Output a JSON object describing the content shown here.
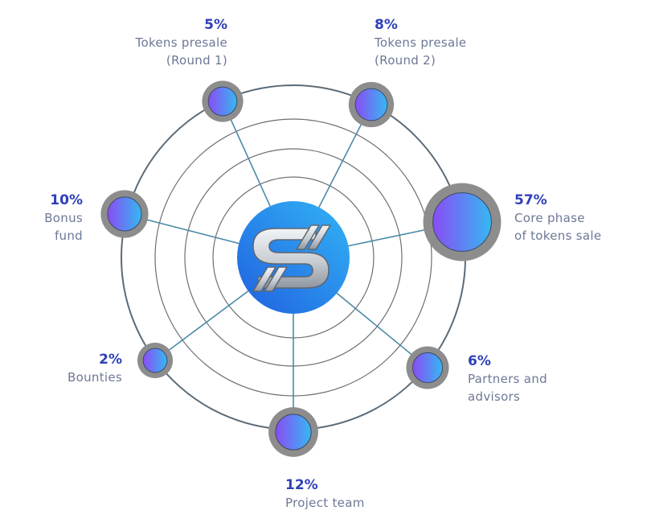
{
  "chart_data": {
    "type": "pie",
    "title": "",
    "slices": [
      {
        "value": 57,
        "value_label": "57%",
        "label_lines": [
          "Core phase",
          "of tokens sale"
        ]
      },
      {
        "value": 6,
        "value_label": "6%",
        "label_lines": [
          "Partners and",
          "advisors"
        ]
      },
      {
        "value": 12,
        "value_label": "12%",
        "label_lines": [
          "Project team"
        ]
      },
      {
        "value": 2,
        "value_label": "2%",
        "label_lines": [
          "Bounties"
        ]
      },
      {
        "value": 10,
        "value_label": "10%",
        "label_lines": [
          "Bonus",
          "fund"
        ]
      },
      {
        "value": 5,
        "value_label": "5%",
        "label_lines": [
          "Tokens presale",
          "(Round 1)"
        ]
      },
      {
        "value": 8,
        "value_label": "8%",
        "label_lines": [
          "Tokens presale",
          "(Round 2)"
        ]
      }
    ],
    "colors": {
      "value_text": "#2f40b8",
      "label_text": "#6d7896",
      "ring": "#5b6b78",
      "spoke": "#4a8aa6",
      "halo": "#8d8d8d",
      "node_start": "#8a4cf5",
      "node_end": "#35b8f2",
      "logo_start": "#2060e0",
      "logo_end": "#32b4f5"
    },
    "center_icon": "s-logo-icon"
  }
}
